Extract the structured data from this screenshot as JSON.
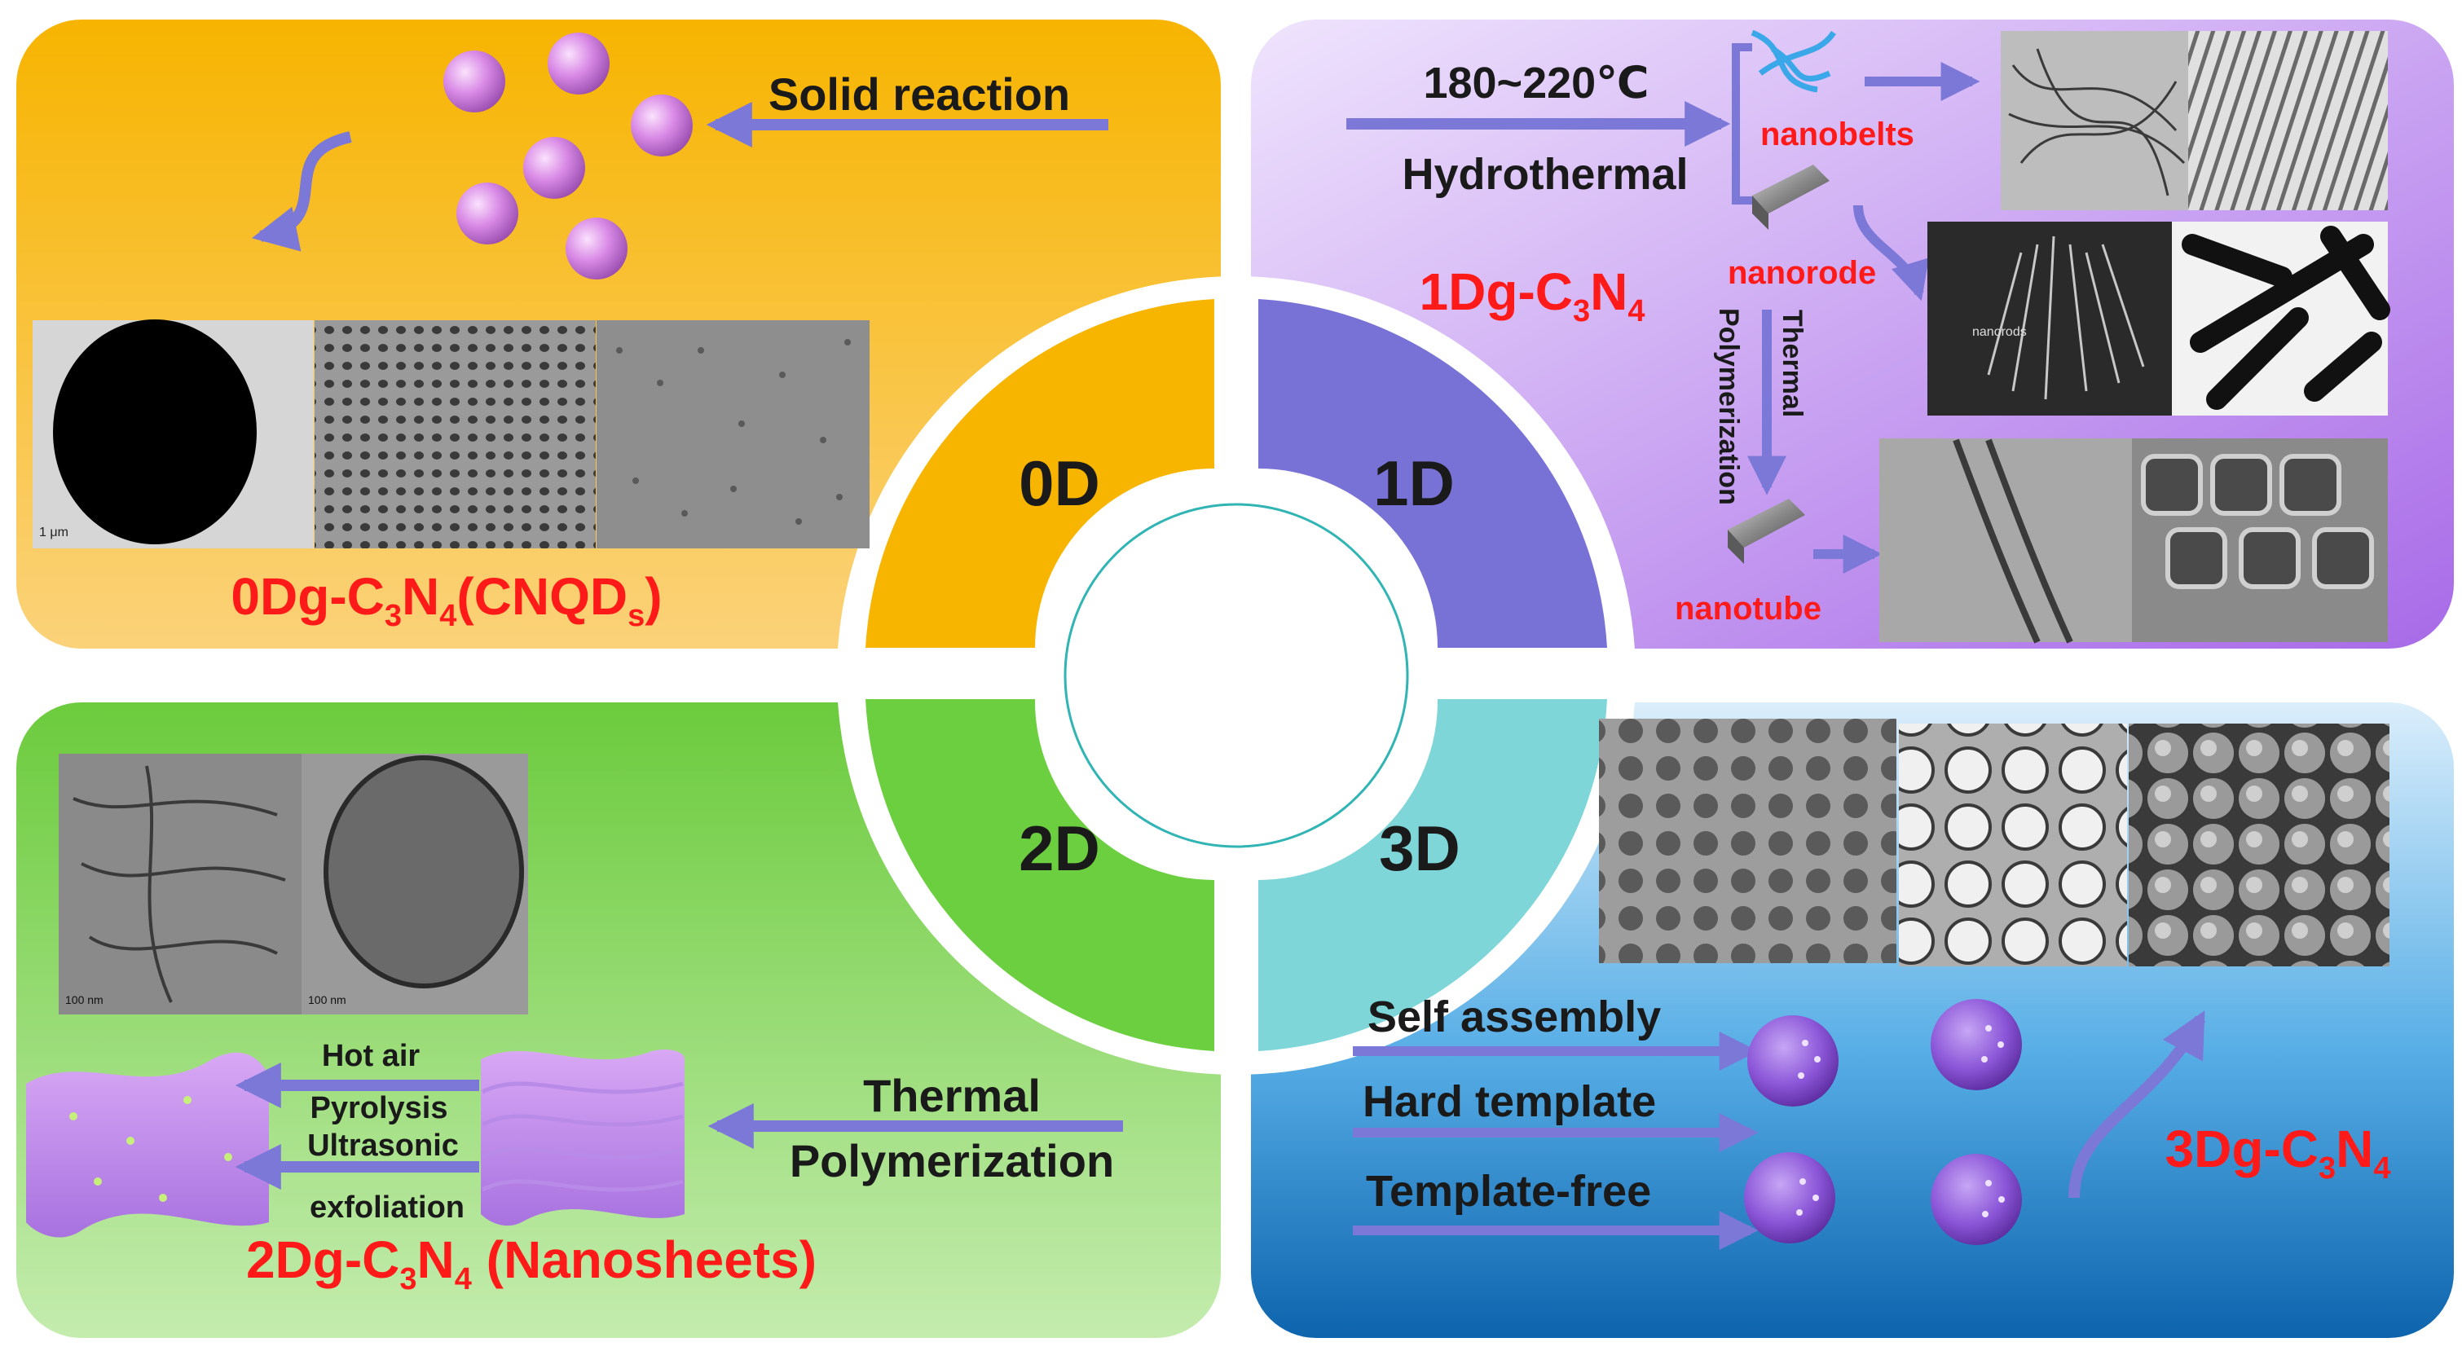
{
  "quadrants": {
    "zero_d": {
      "label": "0D",
      "arrow_label": "Solid reaction",
      "title_main": "0Dg-C",
      "title_sub1": "3",
      "title_mid": "N",
      "title_sub2": "4",
      "title_tail": "(CNQD",
      "title_sub3": "s",
      "title_close": ")",
      "scale_label": "1 μm"
    },
    "one_d": {
      "label": "1D",
      "temperature": "180~220℃",
      "method": "Hydrothermal",
      "nanobelts": "nanobelts",
      "nanorode": "nanorode",
      "nanotube": "nanotube",
      "thermal": "Thermal",
      "polymerization": "Polymerization",
      "image_caption": "nanorods",
      "title_main": "1Dg-C",
      "title_sub1": "3",
      "title_mid": "N",
      "title_sub2": "4"
    },
    "two_d": {
      "label": "2D",
      "scale_label_1": "100 nm",
      "scale_label_2": "100 nm",
      "hot_air": "Hot air",
      "pyrolysis": "Pyrolysis",
      "ultrasonic": "Ultrasonic",
      "exfoliation": "exfoliation",
      "thermal": "Thermal",
      "polymerization": "Polymerization",
      "title_main": "2Dg-C",
      "title_sub1": "3",
      "title_mid": "N",
      "title_sub2": "4",
      "title_tail": " (Nanosheets)"
    },
    "three_d": {
      "label": "3D",
      "method_1": "Self assembly",
      "method_2": "Hard template",
      "method_3": "Template-free",
      "title_main": "3Dg-C",
      "title_sub1": "3",
      "title_mid": "N",
      "title_sub2": "4"
    }
  },
  "colors": {
    "orange": "#f7b500",
    "purple": "#b57cf0",
    "green": "#72d04a",
    "blue": "#2c8fd6",
    "arrow": "#7b78d8",
    "title_red": "#ff1a1a",
    "sphere": "#d98ae6"
  }
}
